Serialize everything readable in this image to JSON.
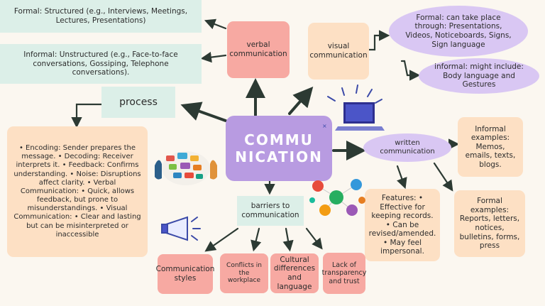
{
  "center": "COMMU NICATION",
  "process": "process",
  "process_details": "• Encoding: Sender prepares the message. • Decoding: Receiver interprets it. • Feedback: Confirms understanding. • Noise: Disruptions affect clarity. • Verbal Communication: • Quick, allows feedback, but prone to misunderstandings. • Visual Communication: • Clear and lasting but can be misinterpreted or inaccessible",
  "formal_verbal": "Formal: Structured (e.g., Interviews, Meetings, Lectures, Presentations)",
  "informal_verbal": "Informal: Unstructured (e.g., Face-to-face conversations, Gossiping, Telephone conversations).",
  "verbal": "verbal communication",
  "visual": "visual communication",
  "formal_visual": "Formal: can take place through: Presentations, Videos, Noticeboards, Signs, Sign language",
  "informal_visual": "informal: might include: Body language and Gestures",
  "written": "written communication",
  "informal_examples": "Informal examples: Memos, emails, texts, blogs.",
  "features": "Features: • Effective for keeping records. • Can be revised/amended. • May feel impersonal.",
  "formal_examples": "Formal examples: Reports, letters, notices, bulletins, forms, press",
  "barriers": "barriers to communication",
  "barrier_items": [
    "Communication styles",
    "Conflicts in the workplace",
    "Cultural differences and language",
    "Lack of transparency and trust"
  ],
  "icons": [
    "laptop-icon",
    "speech-bubbles-icon",
    "megaphone-icon",
    "social-network-icon"
  ]
}
